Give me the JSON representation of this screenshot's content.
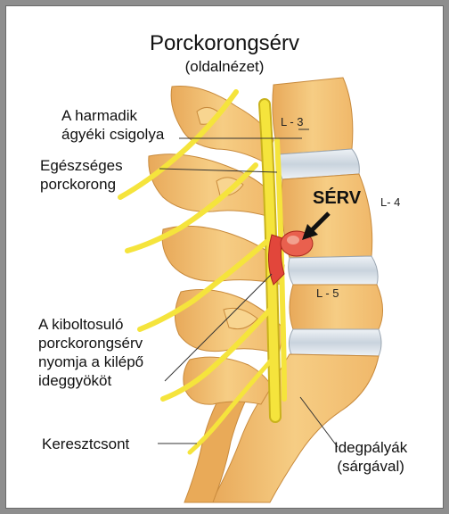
{
  "title": "Porckorongsérv",
  "subtitle": "(oldalnézet)",
  "labels": {
    "third_vertebra": "A harmadik\nágyéki csigolya",
    "healthy_disc": "Egészséges\nporckorong",
    "herniation_pressing": "A kiboltosuló\nporckorongsérv\nnyomja a kilépő\nideggyököt",
    "sacrum": "Keresztcsont",
    "nerve_tracts": "Idegpályák\n(sárgával)",
    "hernia": "SÉRV"
  },
  "vertebra_labels": {
    "l3": "L - 3",
    "l4": "L- 4",
    "l5": "L - 5"
  },
  "colors": {
    "bone": "#f3c377",
    "bone_shadow": "#d89a4a",
    "disc": "#d9e2ea",
    "nerve": "#f5e43c",
    "hernia": "#e2463b",
    "border": "#8e8e8e"
  }
}
